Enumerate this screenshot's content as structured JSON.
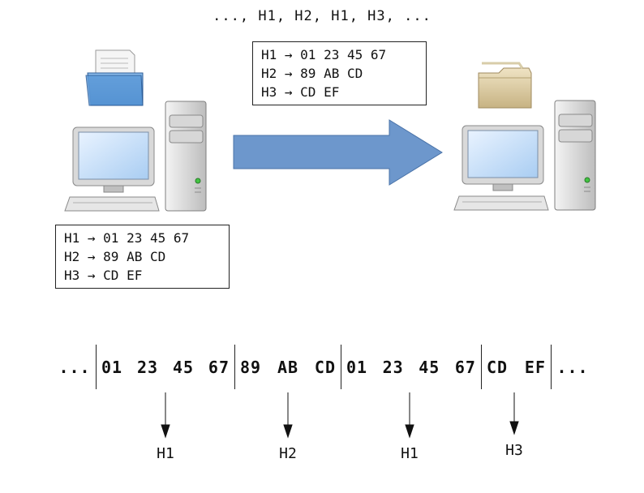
{
  "top_sequence": "..., H1, H2, H1, H3, ...",
  "receiver_table": {
    "rows": [
      "H1 → 01 23 45 67",
      "H2 → 89 AB CD",
      "H3 → CD EF"
    ]
  },
  "sender_table": {
    "rows": [
      "H1 → 01 23 45 67",
      "H2 → 89 AB CD",
      "H3 → CD EF"
    ]
  },
  "stream": {
    "leading": "...",
    "trailing": "...",
    "segments": [
      {
        "bytes": [
          "01",
          "23",
          "45",
          "67"
        ],
        "hash": "H1"
      },
      {
        "bytes": [
          "89",
          "AB",
          "CD"
        ],
        "hash": "H2"
      },
      {
        "bytes": [
          "01",
          "23",
          "45",
          "67"
        ],
        "hash": "H1"
      },
      {
        "bytes": [
          "CD",
          "EF"
        ],
        "hash": "H3"
      }
    ]
  },
  "icons": {
    "sender_computer": "computer-icon",
    "sender_document": "document-folder-icon",
    "receiver_computer": "computer-icon",
    "receiver_folder": "folder-icon",
    "transfer_arrow": "arrow-right-icon"
  },
  "colors": {
    "arrow_fill": "#6d97cc",
    "arrow_stroke": "#4a73a8",
    "blue_folder": "#4f8fd1",
    "tan_folder": "#d9c9a0"
  }
}
